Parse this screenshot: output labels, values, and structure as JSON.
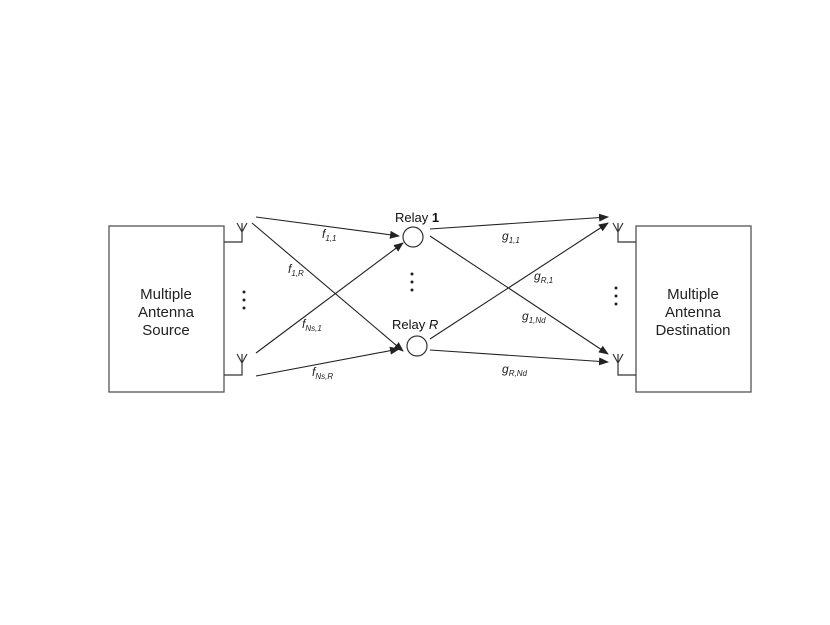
{
  "source": {
    "line1": "Multiple",
    "line2": "Antenna",
    "line3": "Source"
  },
  "destination": {
    "line1": "Multiple",
    "line2": "Antenna",
    "line3": "Destination"
  },
  "relays": {
    "first": {
      "prefix": "Relay ",
      "index": "1"
    },
    "last": {
      "prefix": "Relay ",
      "index": "R"
    }
  },
  "gains": {
    "f11": {
      "base": "f",
      "sub": "1,1"
    },
    "f1R": {
      "base": "f",
      "sub": "1,R"
    },
    "fNs1": {
      "base": "f",
      "sub": "Ns,1"
    },
    "fNsR": {
      "base": "f",
      "sub": "Ns,R"
    },
    "g11": {
      "base": "g",
      "sub": "1,1"
    },
    "gR1": {
      "base": "g",
      "sub": "R,1"
    },
    "g1Nd": {
      "base": "g",
      "sub": "1,Nd"
    },
    "gRNd": {
      "base": "g",
      "sub": "R,Nd"
    }
  },
  "icons": {
    "antenna": "antenna-icon",
    "relay_node": "circle-node",
    "ellipsis": "vertical-dots"
  },
  "colors": {
    "line": "#222222",
    "box_border": "#555555",
    "background": "#ffffff"
  }
}
